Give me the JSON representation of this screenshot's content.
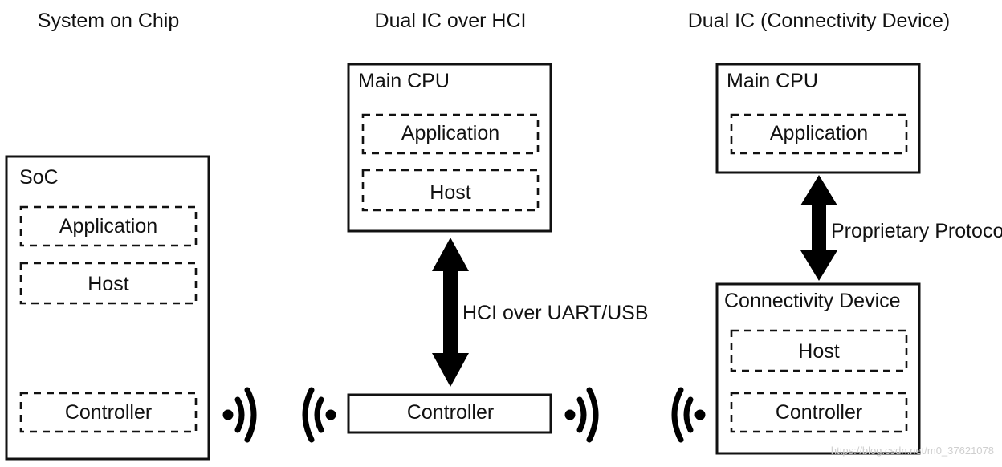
{
  "columns": {
    "soc": {
      "heading": "System on Chip",
      "box_label": "SoC",
      "application": "Application",
      "host": "Host",
      "controller": "Controller"
    },
    "dual_hci": {
      "heading": "Dual IC over HCI",
      "main_cpu": "Main CPU",
      "application": "Application",
      "host": "Host",
      "link": "HCI over UART/USB",
      "controller": "Controller"
    },
    "dual_conn": {
      "heading": "Dual IC (Connectivity Device)",
      "main_cpu": "Main CPU",
      "application": "Application",
      "link": "Proprietary Protocol",
      "device": "Connectivity Device",
      "host": "Host",
      "controller": "Controller"
    }
  },
  "icons": [
    "radio-waves-right-icon",
    "radio-waves-left-icon",
    "radio-waves-right-icon",
    "radio-waves-left-icon"
  ],
  "watermark": "https://blog.csdn.net/m0_37621078"
}
